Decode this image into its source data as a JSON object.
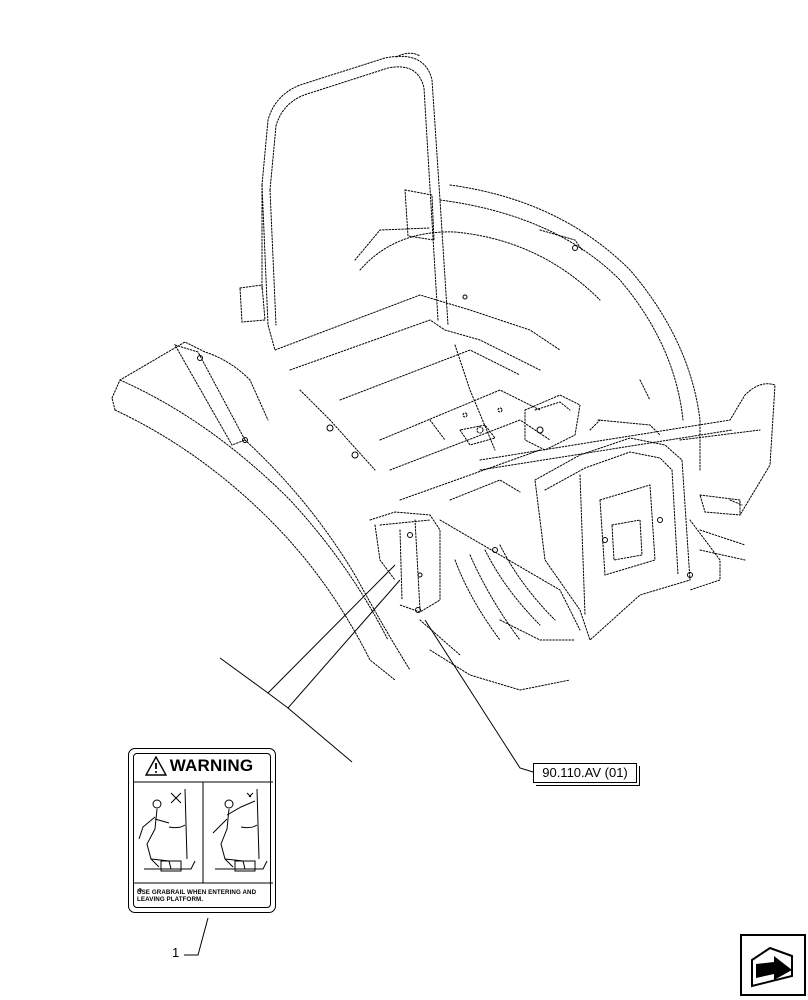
{
  "reference_label": "90.110.AV (01)",
  "callout_number": "1",
  "decal": {
    "header": "WARNING",
    "message_line1": "USE GRABRAIL WHEN ENTERING AND",
    "message_line2": "LEAVING PLATFORM."
  },
  "icons": {
    "warning": "warning-triangle-icon",
    "next_page": "next-page-arrow-icon"
  }
}
